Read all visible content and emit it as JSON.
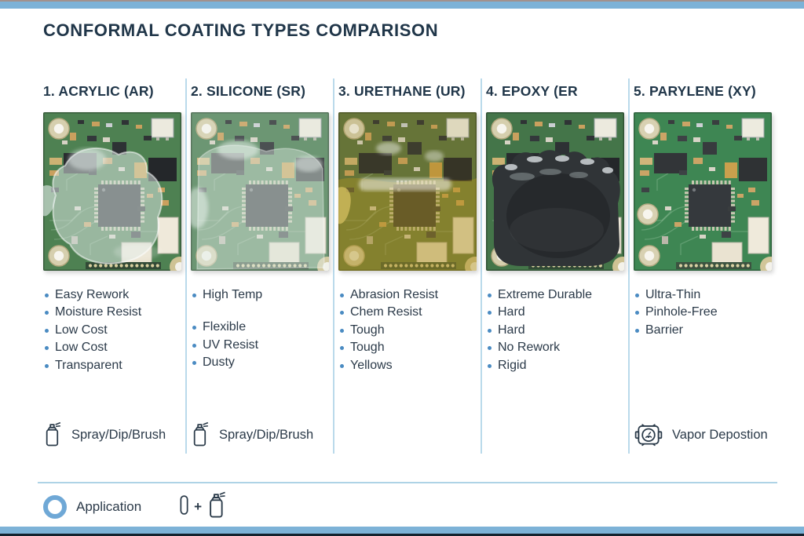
{
  "page": {
    "title": "CONFORMAL COATING TYPES COMPARISON"
  },
  "accent_colors": {
    "top_bar": "#7db2d7",
    "divider": "#badaeb",
    "bullet_dot": "#4a8bc2",
    "heading_text": "#203649",
    "bottom_edge": "#14222e"
  },
  "columns": [
    {
      "header": "1. ACRYLIC (AR)",
      "board": {
        "name": "acrylic-coated-pcb",
        "coating": "acrylic",
        "base_color": "#4e8152"
      },
      "features": [
        "Easy Rework",
        "Moisture Resist",
        "Low Cost",
        "Low Cost",
        "Transparent"
      ],
      "application": {
        "icon": "spray-can-icon",
        "label": "Spray/Dip/Brush"
      }
    },
    {
      "header": "2. SILICONE (SR)",
      "board": {
        "name": "silicone-coated-pcb",
        "coating": "silicone",
        "base_color": "#55855c"
      },
      "features": [
        "High Temp",
        "",
        "Flexible",
        "UV Resist",
        "Dusty"
      ],
      "application": {
        "icon": "spray-can-icon",
        "label": "Spray/Dip/Brush"
      }
    },
    {
      "header": "3. URETHANE (UR)",
      "board": {
        "name": "urethane-coated-pcb",
        "coating": "urethane",
        "base_color": "#5d7340"
      },
      "features": [
        "Abrasion Resist",
        "Chem Resist",
        "Tough",
        "Tough",
        "Yellows"
      ],
      "application": null
    },
    {
      "header": "4. EPOXY (ER",
      "board": {
        "name": "epoxy-coated-pcb",
        "coating": "epoxy",
        "base_color": "#447549"
      },
      "features": [
        "Extreme Durable",
        "Hard",
        "Hard",
        "No Rework",
        "Rigid"
      ],
      "application": null
    },
    {
      "header": "5. PARYLENE (XY)",
      "board": {
        "name": "parylene-coated-pcb",
        "coating": "parylene",
        "base_color": "#34804a"
      },
      "features": [
        "Ultra-Thin",
        "Pinhole-Free",
        "Barrier"
      ],
      "application": {
        "icon": "vapor-chamber-icon",
        "label": "Vapor Depostion"
      }
    }
  ],
  "legend": {
    "application_label": "Application",
    "plus": "+"
  }
}
